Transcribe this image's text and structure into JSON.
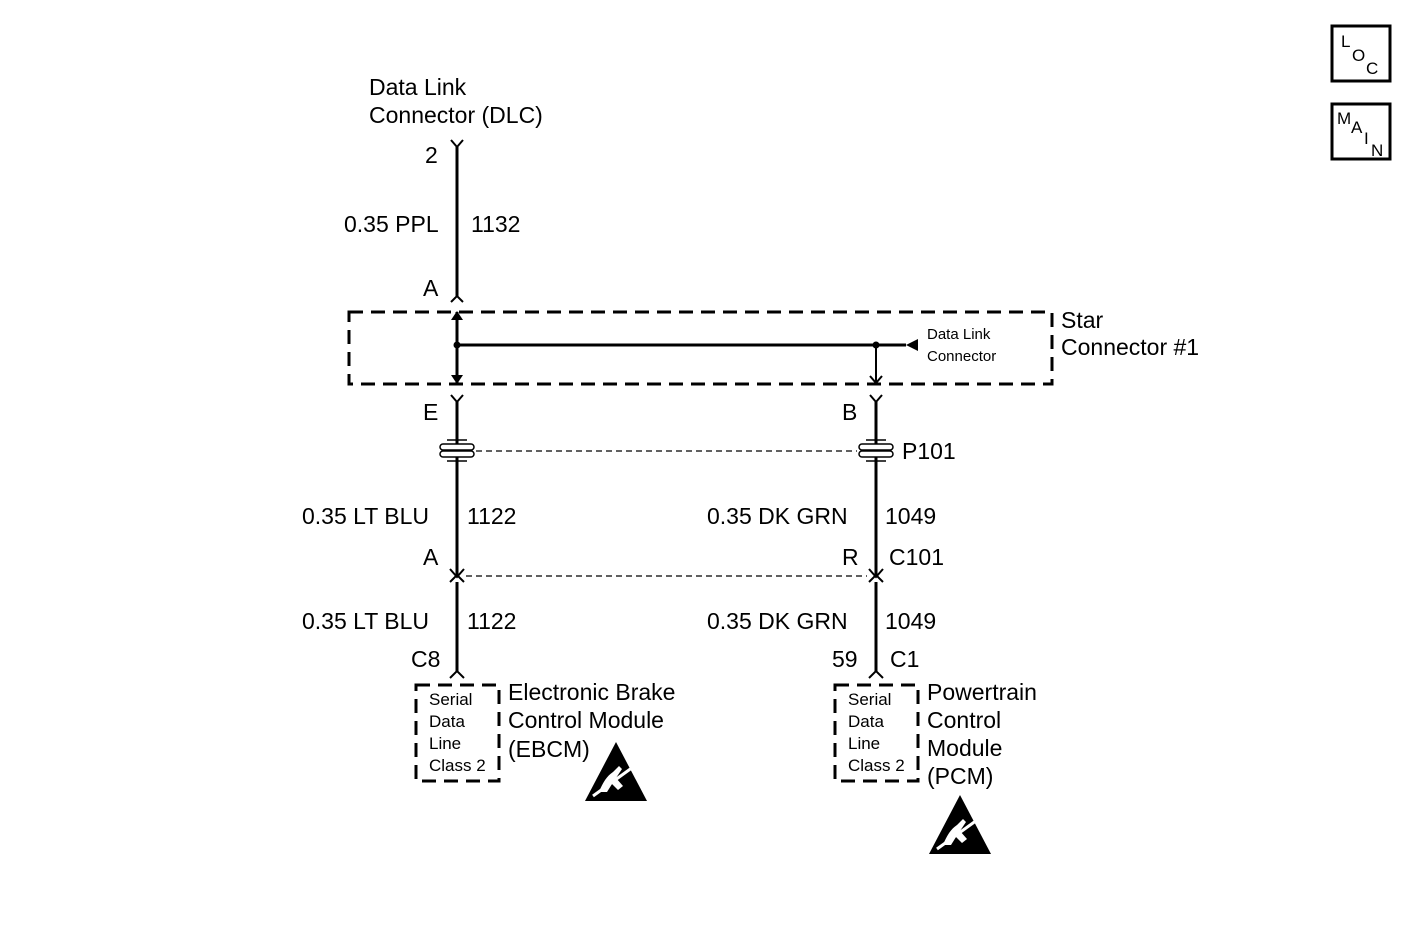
{
  "nav": {
    "loc": {
      "c1": "L",
      "c2": "O",
      "c3": "C"
    },
    "main": {
      "c1": "M",
      "c2": "A",
      "c3": "I",
      "c4": "N"
    }
  },
  "dlc": {
    "line1": "Data Link",
    "line2": "Connector (DLC)",
    "pin": "2"
  },
  "wire_top": {
    "gauge_color": "0.35 PPL",
    "circuit": "1132"
  },
  "star": {
    "name_line1": "Star",
    "name_line2": "Connector #1",
    "pin_in": "A",
    "pin_left": "E",
    "pin_right": "B",
    "internal_line1": "Data Link",
    "internal_line2": "Connector"
  },
  "splice": {
    "label": "P101"
  },
  "inline_connector": {
    "label": "C101",
    "pin_left": "A",
    "pin_right": "R"
  },
  "left_branch": {
    "upper": {
      "gauge_color": "0.35 LT BLU",
      "circuit": "1122"
    },
    "lower": {
      "gauge_color": "0.35 LT BLU",
      "circuit": "1122"
    },
    "pin": "C8",
    "module": {
      "line1": "Electronic Brake",
      "line2": "Control Module",
      "line3": "(EBCM)"
    },
    "box": {
      "line1": "Serial",
      "line2": "Data",
      "line3": "Line",
      "line4": "Class 2"
    }
  },
  "right_branch": {
    "upper": {
      "gauge_color": "0.35 DK GRN",
      "circuit": "1049"
    },
    "lower": {
      "gauge_color": "0.35 DK GRN",
      "circuit": "1049"
    },
    "pin": "59",
    "connector": "C1",
    "module": {
      "line1": "Powertrain",
      "line2": "Control",
      "line3": "Module",
      "line4": "(PCM)"
    },
    "box": {
      "line1": "Serial",
      "line2": "Data",
      "line3": "Line",
      "line4": "Class 2"
    }
  },
  "icons": {
    "esd_left": "esd-warning-icon",
    "esd_right": "esd-warning-icon"
  }
}
